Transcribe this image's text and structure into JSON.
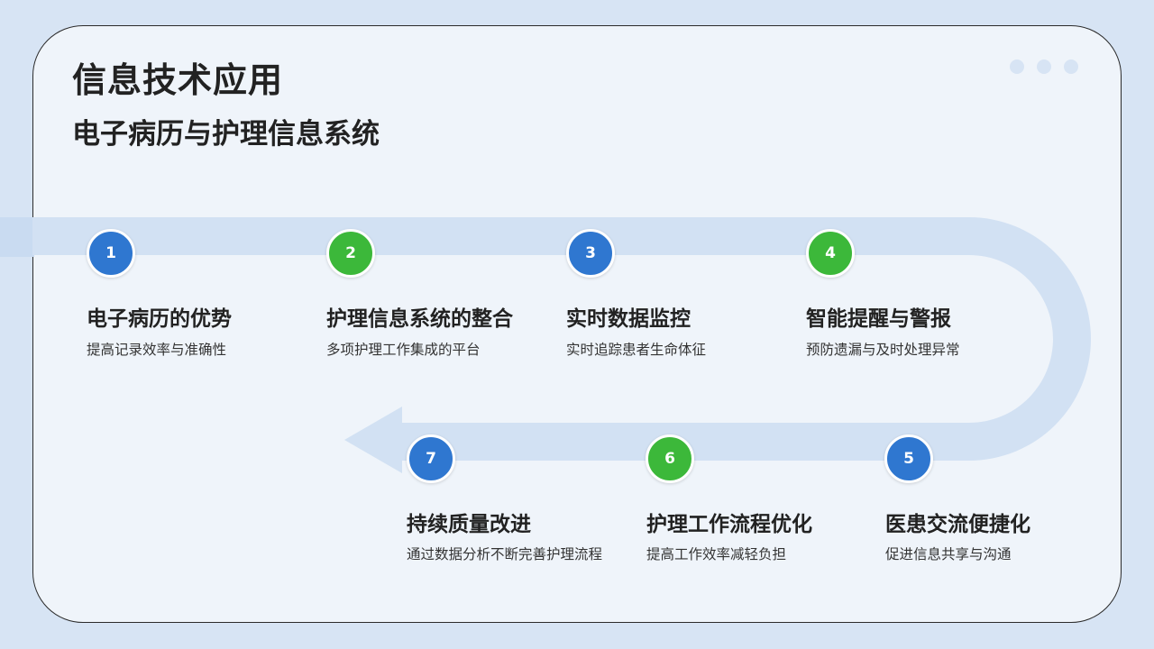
{
  "header": {
    "title": "信息技术应用",
    "subtitle": "电子病历与护理信息系统"
  },
  "colors": {
    "blue": "#2f77d0",
    "green": "#3cb83a",
    "track": "#d2e1f3"
  },
  "steps": [
    {
      "number": "1",
      "title": "电子病历的优势",
      "desc": "提高记录效率与准确性",
      "color": "blue"
    },
    {
      "number": "2",
      "title": "护理信息系统的整合",
      "desc": "多项护理工作集成的平台",
      "color": "green"
    },
    {
      "number": "3",
      "title": "实时数据监控",
      "desc": "实时追踪患者生命体征",
      "color": "blue"
    },
    {
      "number": "4",
      "title": "智能提醒与警报",
      "desc": "预防遗漏与及时处理异常",
      "color": "green"
    },
    {
      "number": "5",
      "title": "医患交流便捷化",
      "desc": "促进信息共享与沟通",
      "color": "blue"
    },
    {
      "number": "6",
      "title": "护理工作流程优化",
      "desc": "提高工作效率减轻负担",
      "color": "green"
    },
    {
      "number": "7",
      "title": "持续质量改进",
      "desc": "通过数据分析不断完善护理流程",
      "color": "blue"
    }
  ]
}
